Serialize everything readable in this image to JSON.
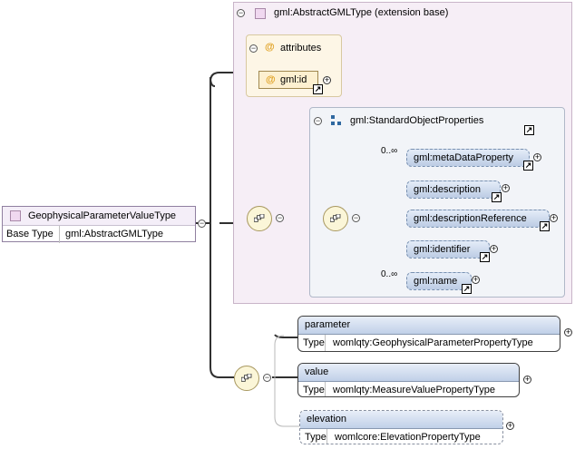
{
  "extension_panel": {
    "label": "gml:AbstractGMLType (extension base)"
  },
  "attributes": {
    "label": "attributes",
    "items": [
      "gml:id"
    ]
  },
  "group": {
    "label": "gml:StandardObjectProperties",
    "elements": [
      {
        "name": "gml:metaDataProperty",
        "occurs": "0..∞"
      },
      {
        "name": "gml:description",
        "occurs": ""
      },
      {
        "name": "gml:descriptionReference",
        "occurs": ""
      },
      {
        "name": "gml:identifier",
        "occurs": ""
      },
      {
        "name": "gml:name",
        "occurs": "0..∞"
      }
    ]
  },
  "root": {
    "name": "GeophysicalParameterValueType",
    "base_label": "Base Type",
    "base_value": "gml:AbstractGMLType"
  },
  "children": [
    {
      "name": "parameter",
      "type_label": "Type",
      "type_value": "womlqty:GeophysicalParameterPropertyType",
      "optional": false
    },
    {
      "name": "value",
      "type_label": "Type",
      "type_value": "womlqty:MeasureValuePropertyType",
      "optional": false
    },
    {
      "name": "elevation",
      "type_label": "Type",
      "type_value": "womlcore:ElevationPropertyType",
      "optional": true
    }
  ],
  "icons": {
    "toggle": "minus-circle-icon",
    "expand": "plus-circle-icon",
    "link": "link-arrow-icon",
    "sequence": "sequence-compositor-icon"
  },
  "glyphs": {
    "minus": "−",
    "plus": "+",
    "at": "@",
    "arrow": "↗"
  }
}
